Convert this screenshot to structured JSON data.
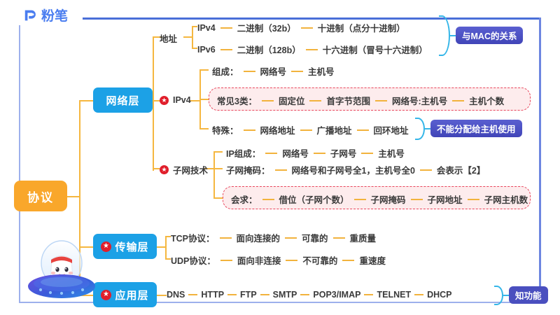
{
  "brand": {
    "logo_text": "粉笔",
    "logo_mark": "fb-logo-icon"
  },
  "root": {
    "label": "协议"
  },
  "layers": [
    {
      "id": "network",
      "label": "网络层",
      "has_star": false
    },
    {
      "id": "transport",
      "label": "传输层",
      "has_star": true
    },
    {
      "id": "application",
      "label": "应用层",
      "has_star": true
    }
  ],
  "network_layer": {
    "address": {
      "label": "地址",
      "rows": [
        {
          "items": [
            "IPv4",
            "二进制（32b）",
            "十进制（点分十进制）"
          ]
        },
        {
          "items": [
            "IPv6",
            "二进制（128b）",
            "十六进制（冒号十六进制）"
          ]
        }
      ],
      "badge": "与MAC的关系"
    },
    "ipv4": {
      "label": "IPv4",
      "has_star": true,
      "rows": [
        {
          "items": [
            "组成：",
            "网络号",
            "主机号"
          ],
          "highlight": false
        },
        {
          "items": [
            "常见3类：",
            "固定位",
            "首字节范围",
            "网络号:主机号",
            "主机个数"
          ],
          "highlight": true
        },
        {
          "items": [
            "特殊：",
            "网络地址",
            "广播地址",
            "回环地址"
          ],
          "highlight": false
        }
      ],
      "badge": "不能分配给主机使用"
    },
    "subnet": {
      "label": "子网技术",
      "has_star": true,
      "rows": [
        {
          "items": [
            "IP组成：",
            "网络号",
            "子网号",
            "主机号"
          ],
          "highlight": false
        },
        {
          "items": [
            "子网掩码：",
            "网络号和子网号全1，主机号全0",
            "会表示【2】"
          ],
          "highlight": false
        },
        {
          "items": [
            "会求：",
            "借位（子网个数）",
            "子网掩码",
            "子网地址",
            "子网主机数"
          ],
          "highlight": true
        }
      ]
    }
  },
  "transport_layer": {
    "rows": [
      {
        "items": [
          "TCP协议：",
          "面向连接的",
          "可靠的",
          "重质量"
        ]
      },
      {
        "items": [
          "UDP协议：",
          "面向非连接",
          "不可靠的",
          "重速度"
        ]
      }
    ]
  },
  "application_layer": {
    "items": [
      "DNS",
      "HTTP",
      "FTP",
      "SMTP",
      "POP3/IMAP",
      "TELNET",
      "DHCP"
    ],
    "badge": "知功能"
  },
  "colors": {
    "root_bg": "#f9a72b",
    "layer_bg": "#1ca1e6",
    "connector": "#f5b740",
    "highlight_border": "#e8455c",
    "highlight_bg": "#fdeced",
    "badge_bg": "#4a4fbf",
    "brace": "#35b6e8",
    "frame": "#6d86e0",
    "star": "#e01e2b"
  }
}
